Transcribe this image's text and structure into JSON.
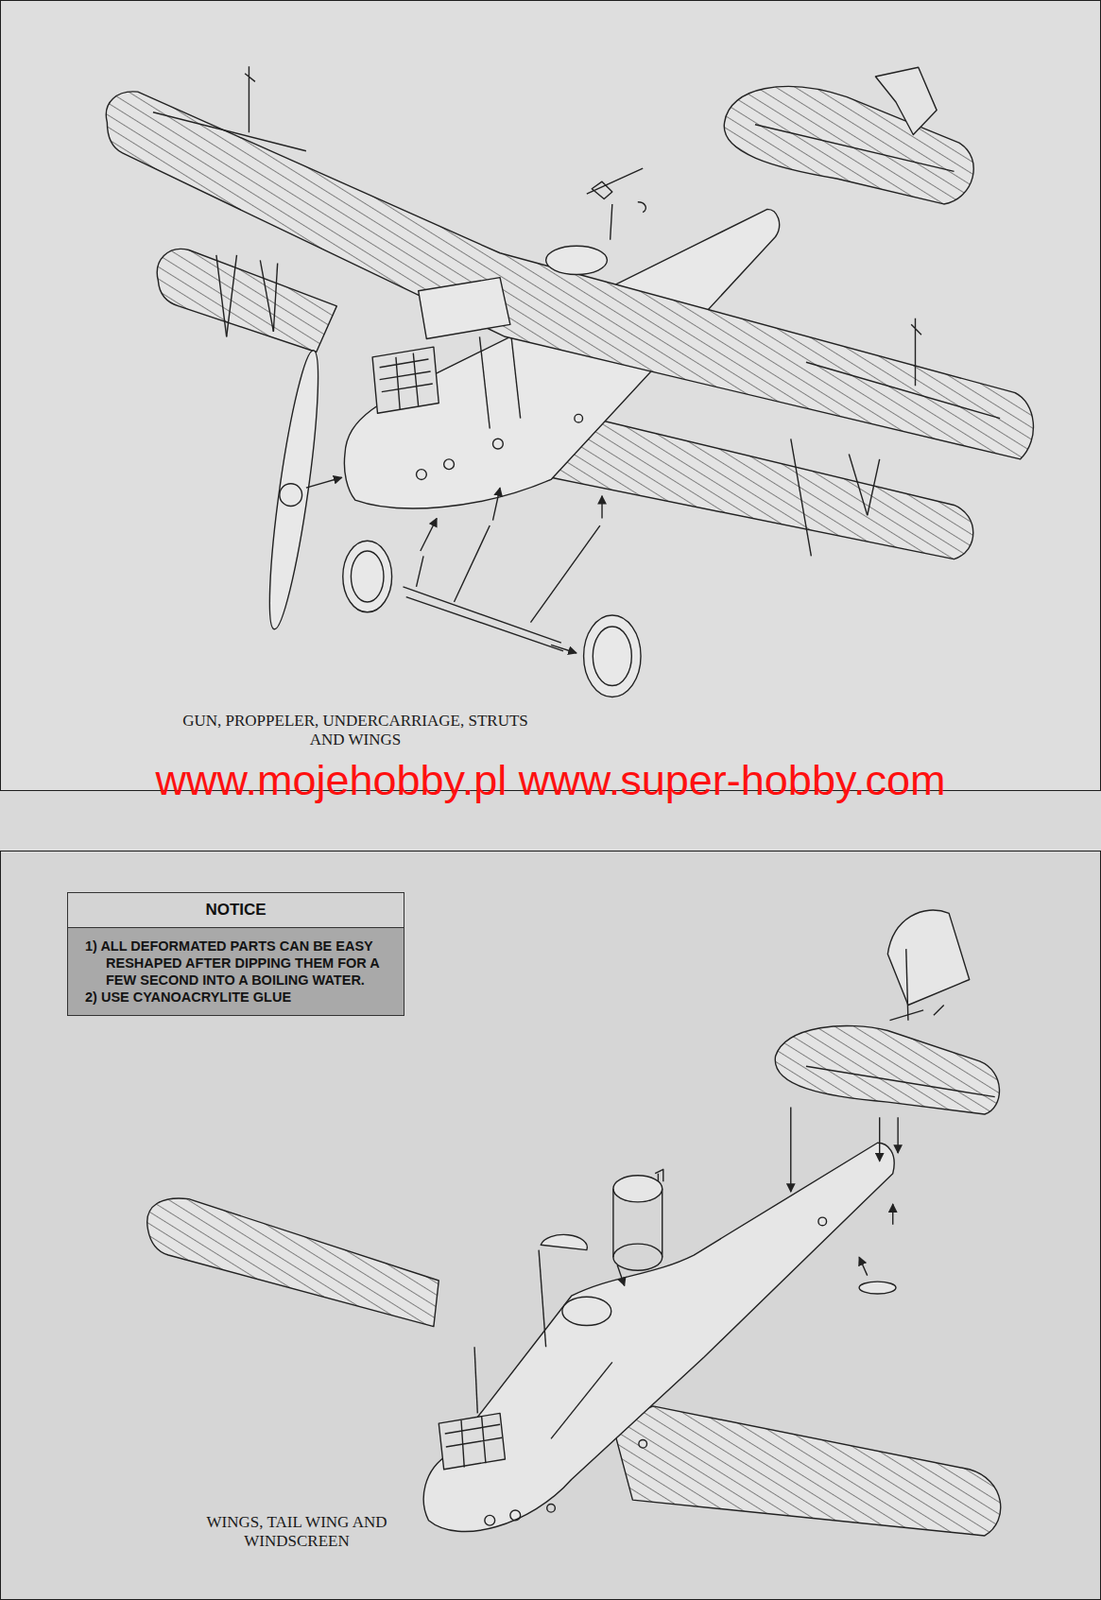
{
  "diagram": {
    "nodes": [
      {
        "text": [
          "GUN, PROPPELER, UNDERCARRIAGE, STRUTS AND WINGS"
        ]
      },
      {
        "text": [
          "WINGS, TAIL WING AND WINDSCREEN"
        ]
      },
      {
        "text": [
          "NOTICE",
          "1) ALL DEFORMATED PARTS CAN BE EASY RESHAPED AFTER DIPPING THEM FOR A FEW SECOND INTO A BOILING WATER.",
          "2) USE CYANOACRYLITE GLUE"
        ],
        "in": 1
      }
    ],
    "labels": [
      "www.mojehobby.pl www.super-hobby.com"
    ]
  }
}
